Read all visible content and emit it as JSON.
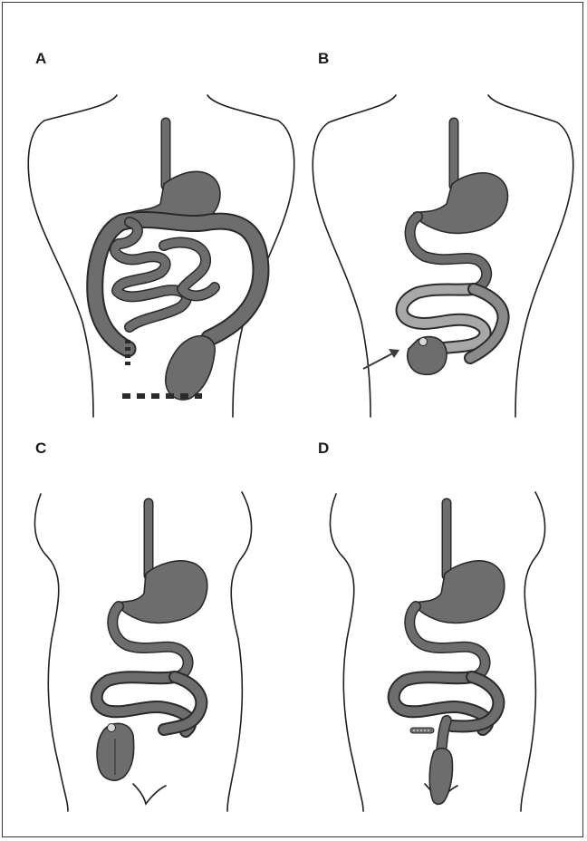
{
  "panels": [
    {
      "label": "A"
    },
    {
      "label": "B"
    },
    {
      "label": "C"
    },
    {
      "label": "D"
    }
  ],
  "colors": {
    "organ_fill": "#6d6d6d",
    "organ_light": "#a8a8a8",
    "outline": "#1f1f1f",
    "background": "#ffffff"
  }
}
